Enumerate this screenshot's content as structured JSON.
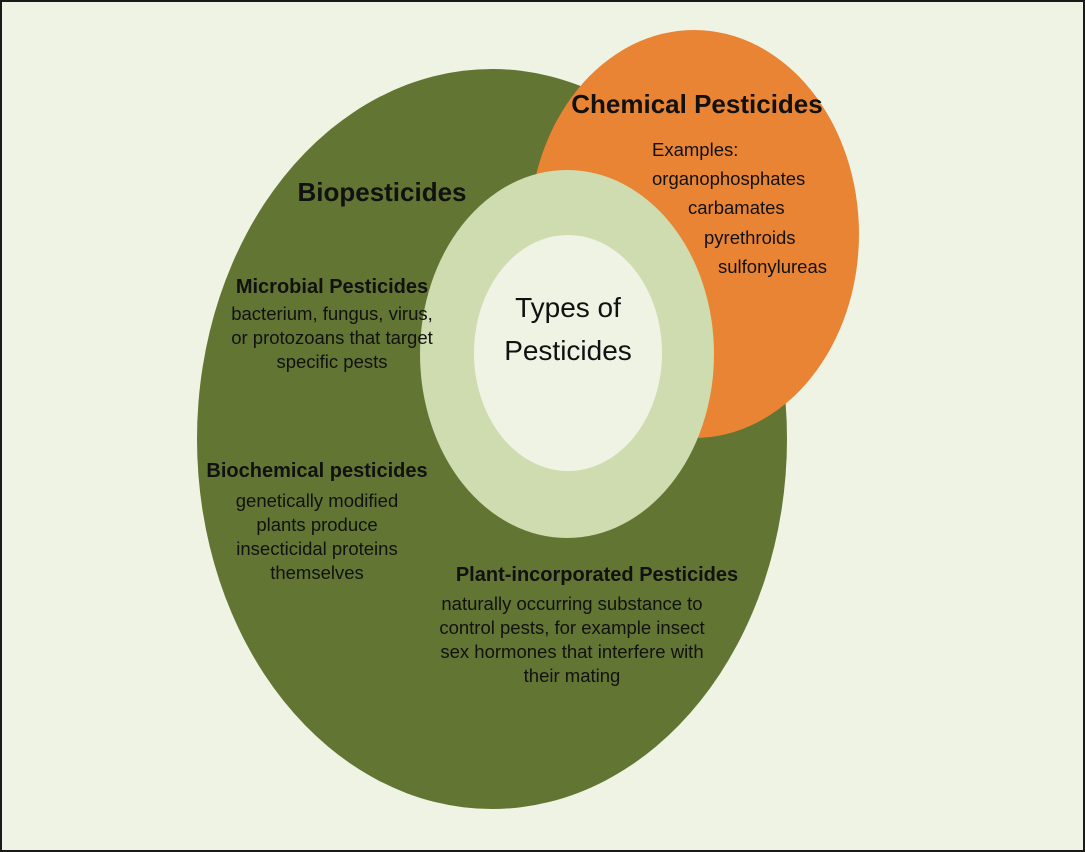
{
  "colors": {
    "background": "#eef3e4",
    "biopesticides": "#627533",
    "chemical": "#e98434",
    "ring": "#cfdcaf",
    "core": "#eef3e4",
    "text": "#111111"
  },
  "biopesticides": {
    "title": "Biopesticides",
    "microbial": {
      "title": "Microbial Pesticides",
      "description": "bacterium, fungus, virus, or protozoans that target specific pests"
    },
    "biochemical": {
      "title": "Biochemical pesticides",
      "description": "genetically modified plants produce insecticidal proteins themselves"
    },
    "plant_incorporated": {
      "title": "Plant-incorporated Pesticides",
      "description": "naturally occurring substance to control pests, for example insect sex hormones that interfere with their mating"
    }
  },
  "chemical": {
    "title": "Chemical Pesticides",
    "examples_label": "Examples:",
    "examples": [
      "organophosphates",
      "carbamates",
      "pyrethroids",
      "sulfonylureas"
    ]
  },
  "center": {
    "label": "Types of Pesticides"
  }
}
